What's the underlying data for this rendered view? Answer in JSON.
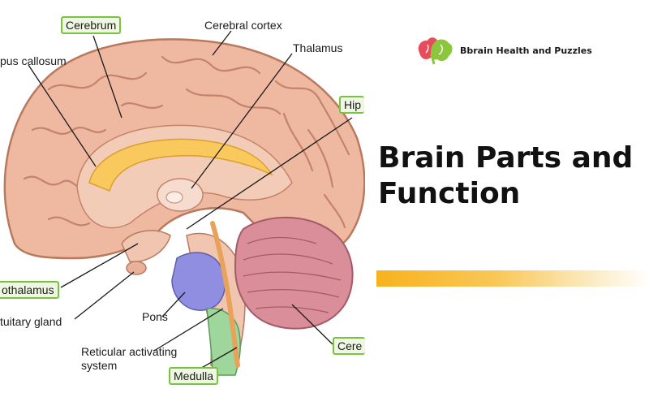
{
  "diagram": {
    "labels": {
      "cerebrum": "Cerebrum",
      "cerebral_cortex": "Cerebral cortex",
      "corpus_callosum": "pus callosum",
      "thalamus": "Thalamus",
      "hippocampus": "Hip",
      "hypothalamus": "othalamus",
      "pituitary_gland": "tuitary gland",
      "pons": "Pons",
      "reticular_activating_system_line1": "Reticular activating",
      "reticular_activating_system_line2": "system",
      "medulla": "Medulla",
      "cerebellum": "Cere"
    },
    "colors": {
      "cortex": "#efb9a1",
      "cortex_dark": "#b9795d",
      "corpus_callosum": "#f9c95d",
      "cerebellum": "#d98e9a",
      "pons": "#8f8ee0",
      "medulla": "#9ed69b",
      "label_box_border": "#7cc242"
    }
  },
  "brand": {
    "name": "Bbrain Health and Puzzles",
    "logo_icon": "brain-logo-icon",
    "logo_colors": [
      "#e74c5b",
      "#8cc63f"
    ]
  },
  "title": {
    "line1": "Brain Parts and",
    "line2": "Function"
  },
  "accent": {
    "color": "#f7b21f"
  }
}
